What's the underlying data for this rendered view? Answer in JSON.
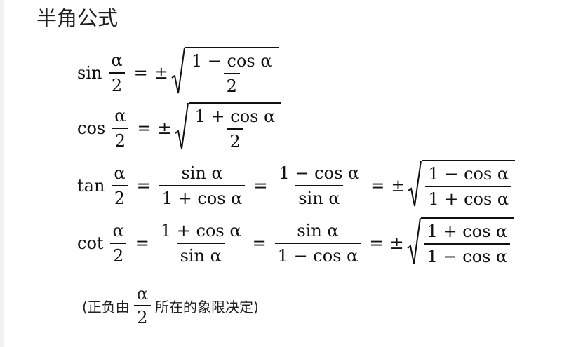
{
  "title": "半角公式",
  "formulas": [
    {
      "fn": "sin",
      "lhs": {
        "num": "α",
        "den": "2"
      },
      "eq": "=",
      "pm": "±",
      "root": {
        "num": "1 − cos α",
        "den": "2"
      }
    },
    {
      "fn": "cos",
      "lhs": {
        "num": "α",
        "den": "2"
      },
      "eq": "=",
      "pm": "±",
      "root": {
        "num": "1 + cos α",
        "den": "2"
      }
    },
    {
      "fn": "tan",
      "lhs": {
        "num": "α",
        "den": "2"
      },
      "eq": "=",
      "frac1": {
        "num": "sin α",
        "den": "1 + cos α"
      },
      "frac2": {
        "num": "1 − cos α",
        "den": "sin α"
      },
      "pm": "±",
      "root": {
        "num": "1 − cos α",
        "den": "1 + cos α"
      }
    },
    {
      "fn": "cot",
      "lhs": {
        "num": "α",
        "den": "2"
      },
      "eq": "=",
      "frac1": {
        "num": "1 + cos α",
        "den": "sin α"
      },
      "frac2": {
        "num": "sin α",
        "den": "1 − cos α"
      },
      "pm": "±",
      "root": {
        "num": "1 + cos α",
        "den": "1 − cos α"
      }
    }
  ],
  "note": {
    "prefix": "(正负由",
    "frac": {
      "num": "α",
      "den": "2"
    },
    "suffix": "所在的象限决定)"
  }
}
